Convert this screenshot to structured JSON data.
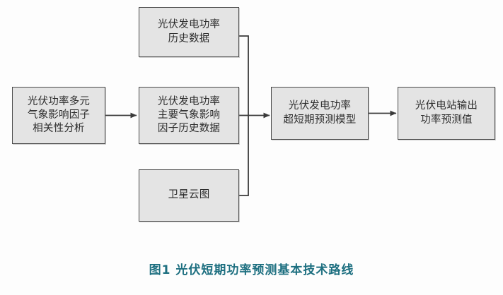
{
  "figure": {
    "caption": "图1 光伏短期功率预测基本技术路线",
    "caption_color": "#1d6f80",
    "background_color": "#fdfdfd",
    "node_fill_color": "#e4e4e4",
    "node_border_color": "#4a4a4a",
    "connector_color": "#3a3a3a"
  },
  "nodes": {
    "history_data": "光伏发电功率\n历史数据",
    "correlation_analysis": "光伏功率多元\n气象影响因子\n相关性分析",
    "factor_history_data": "光伏发电功率\n主要气象影响\n因子历史数据",
    "forecast_model": "光伏发电功率\n超短期预测模型",
    "output_forecast": "光伏电站输出\n功率预测值",
    "satellite_cloud": "卫星云图"
  },
  "connectors": [
    {
      "name": "correlation-to-factor-data",
      "type": "arrow",
      "from": "correlation_analysis",
      "to": "factor_history_data"
    },
    {
      "name": "history-to-bus",
      "type": "elbow",
      "from": "history_data",
      "to": "merge_bus"
    },
    {
      "name": "factor-data-to-bus",
      "type": "line",
      "from": "factor_history_data",
      "to": "merge_bus"
    },
    {
      "name": "satellite-to-bus",
      "type": "elbow",
      "from": "satellite_cloud",
      "to": "merge_bus"
    },
    {
      "name": "bus-to-model",
      "type": "arrow",
      "from": "merge_bus",
      "to": "forecast_model"
    },
    {
      "name": "model-to-output",
      "type": "arrow",
      "from": "forecast_model",
      "to": "output_forecast"
    }
  ]
}
